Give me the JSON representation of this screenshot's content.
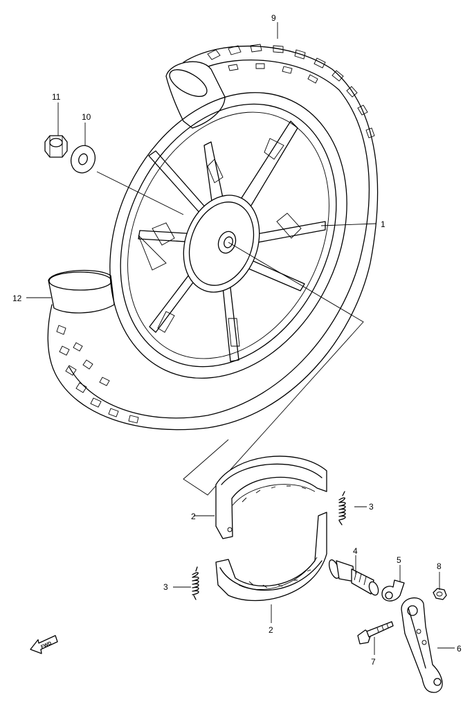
{
  "diagram": {
    "callouts": [
      {
        "id": "c1",
        "text": "1"
      },
      {
        "id": "c2a",
        "text": "2"
      },
      {
        "id": "c2b",
        "text": "2"
      },
      {
        "id": "c3a",
        "text": "3"
      },
      {
        "id": "c3b",
        "text": "3"
      },
      {
        "id": "c4",
        "text": "4"
      },
      {
        "id": "c5",
        "text": "5"
      },
      {
        "id": "c6",
        "text": "6"
      },
      {
        "id": "c7",
        "text": "7"
      },
      {
        "id": "c8",
        "text": "8"
      },
      {
        "id": "c9",
        "text": "9"
      },
      {
        "id": "c10",
        "text": "10"
      },
      {
        "id": "c11",
        "text": "11"
      },
      {
        "id": "c12",
        "text": "12"
      }
    ],
    "direction_arrow": {
      "label": "FWD",
      "icon": "direction-arrow-icon"
    }
  }
}
